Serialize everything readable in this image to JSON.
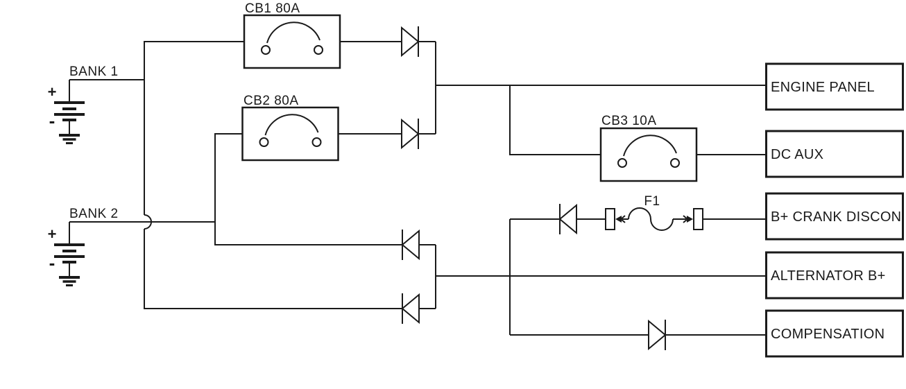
{
  "colors": {
    "line": "#1a1a1a",
    "background": "#ffffff"
  },
  "diagram": {
    "batteries": [
      {
        "label": "BANK 1",
        "plus": "+",
        "minus": "-"
      },
      {
        "label": "BANK 2",
        "plus": "+",
        "minus": "-"
      }
    ],
    "breakers": [
      {
        "label": "CB1 80A"
      },
      {
        "label": "CB2 80A"
      },
      {
        "label": "CB3 10A"
      }
    ],
    "fuse": {
      "label": "F1"
    },
    "loads": [
      {
        "label": "ENGINE PANEL"
      },
      {
        "label": "DC AUX"
      },
      {
        "label": "B+ CRANK DISCON"
      },
      {
        "label": "ALTERNATOR B+"
      },
      {
        "label": "COMPENSATION"
      }
    ]
  }
}
